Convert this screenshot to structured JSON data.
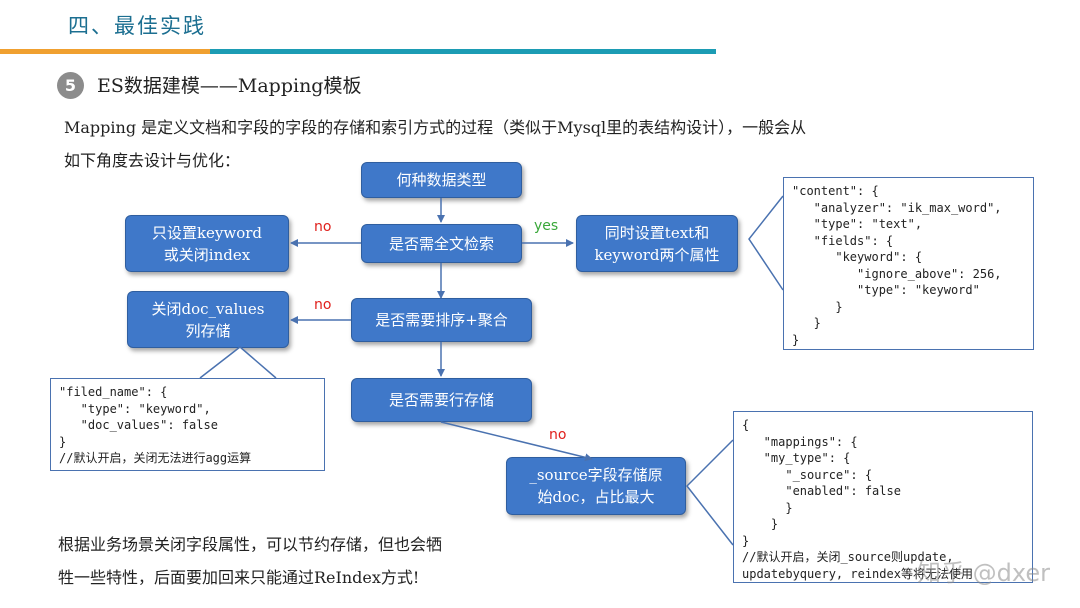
{
  "header": {
    "title": "四、最佳实践"
  },
  "section": {
    "number": "5",
    "title": "ES数据建模——Mapping模板"
  },
  "intro": {
    "line1": "Mapping 是定义文档和字段的字段的存储和索引方式的过程（类似于Mysql里的表结构设计），一般会从",
    "line2": "如下角度去设计与优化："
  },
  "flow": {
    "data_type": "何种数据类型",
    "fulltext_q": "是否需全文检索",
    "keyword_only": "只设置keyword\n或关闭index",
    "text_and_keyword": "同时设置text和\nkeyword两个属性",
    "sort_agg_q": "是否需要排序+聚合",
    "close_doc_values": "关闭doc_values\n列存储",
    "store_q": "是否需要行存储",
    "source_store": "_source字段存储原\n始doc，占比最大"
  },
  "labels": {
    "no": "no",
    "yes": "yes"
  },
  "code": {
    "content_mapping": "\"content\": {\n   \"analyzer\": \"ik_max_word\",\n   \"type\": \"text\",\n   \"fields\": {\n      \"keyword\": {\n         \"ignore_above\": 256,\n         \"type\": \"keyword\"\n      }\n   }\n}",
    "filed_mapping": "\"filed_name\": {\n   \"type\": \"keyword\",\n   \"doc_values\": false\n}\n//默认开启，关闭无法进行agg运算",
    "source_mapping": "{\n   \"mappings\": {\n   \"my_type\": {\n      \"_source\": {\n      \"enabled\": false\n      }\n    }\n}\n//默认开启，关闭_source则update,\nupdatebyquery, reindex等将无法使用"
  },
  "footnote": {
    "line1": "根据业务场景关闭字段属性，可以节约存储，但也会牺",
    "line2": "牲一些特性，后面要加回来只能通过ReIndex方式!"
  },
  "watermark": "知乎 @dxer",
  "colors": {
    "box": "#3f78c9",
    "arrow": "#4a72b0",
    "no": "#e0201c",
    "yes": "#3aa83a",
    "accent_orange": "#f0a030",
    "accent_teal": "#1c9cb4"
  }
}
